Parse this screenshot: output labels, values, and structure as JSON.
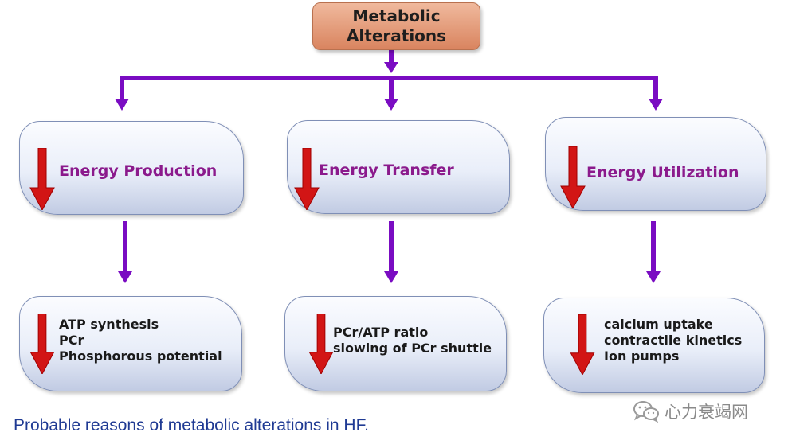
{
  "root": {
    "lines": [
      "Metabolic",
      "Alterations"
    ]
  },
  "categories": [
    {
      "title": "Energy Production",
      "details": [
        "ATP synthesis",
        "PCr",
        "Phosphorous potential"
      ]
    },
    {
      "title": "Energy Transfer",
      "details": [
        "PCr/ATP ratio",
        "slowing of PCr shuttle"
      ]
    },
    {
      "title": "Energy Utilization",
      "details": [
        "calcium uptake",
        "contractile kinetics",
        "Ion pumps"
      ]
    }
  ],
  "caption": "Probable reasons of metabolic alterations in HF.",
  "watermark": "心力衰竭网",
  "colors": {
    "connector": "#7a0cc2",
    "down_arrow": "#d21515",
    "category_title": "#8b1a8c",
    "root_fill": "#e3956f",
    "caption": "#1f3a93"
  },
  "icons": {
    "decrease": "red-down-arrow-icon",
    "flow": "purple-down-arrow-icon",
    "watermark": "wechat-icon"
  }
}
